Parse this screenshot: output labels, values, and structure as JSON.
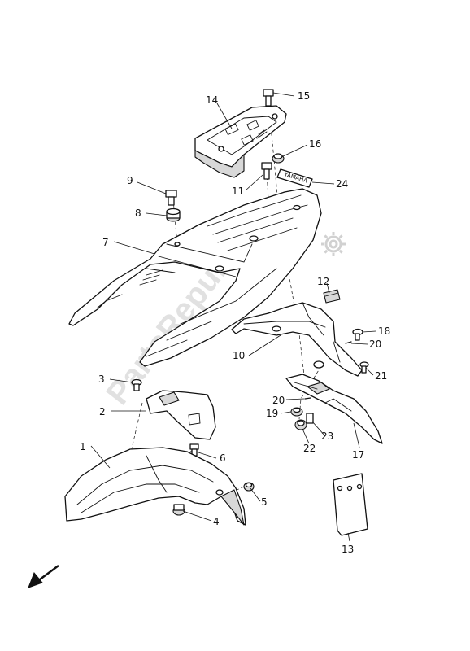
{
  "diagram": {
    "parts": [
      {
        "key": "front_fender",
        "callout": "1"
      },
      {
        "key": "bracket",
        "callout": "2"
      },
      {
        "key": "bolt_3",
        "callout": "3"
      },
      {
        "key": "nut_4",
        "callout": "4"
      },
      {
        "key": "collar_5",
        "callout": "5"
      },
      {
        "key": "bolt_6",
        "callout": "6"
      },
      {
        "key": "rear_fender",
        "callout": "7"
      },
      {
        "key": "damper_8",
        "callout": "8"
      },
      {
        "key": "bolt_9",
        "callout": "9"
      },
      {
        "key": "flap_10",
        "callout": "10"
      },
      {
        "key": "bolt_11",
        "callout": "11"
      },
      {
        "key": "clip_12",
        "callout": "12"
      },
      {
        "key": "plate_13",
        "callout": "13"
      },
      {
        "key": "carrier_14",
        "callout": "14"
      },
      {
        "key": "bolt_15",
        "callout": "15"
      },
      {
        "key": "collar_16",
        "callout": "16"
      },
      {
        "key": "bracket_17",
        "callout": "17"
      },
      {
        "key": "screw_18",
        "callout": "18"
      },
      {
        "key": "washer_20a",
        "callout": "20"
      },
      {
        "key": "screw_21",
        "callout": "21"
      },
      {
        "key": "washer_20b",
        "callout": "20"
      },
      {
        "key": "nut_19",
        "callout": "19"
      },
      {
        "key": "nut_22",
        "callout": "22"
      },
      {
        "key": "collar_23",
        "callout": "23"
      },
      {
        "key": "label_24",
        "callout": "24"
      }
    ],
    "label_text": "YAMAHA"
  },
  "watermark": {
    "text": "PartsRepublik",
    "color": "#bdbdbd"
  },
  "direction_arrow": {
    "icon": "front-direction-arrow-icon"
  },
  "colors": {
    "line": "#111111",
    "background": "#ffffff"
  }
}
